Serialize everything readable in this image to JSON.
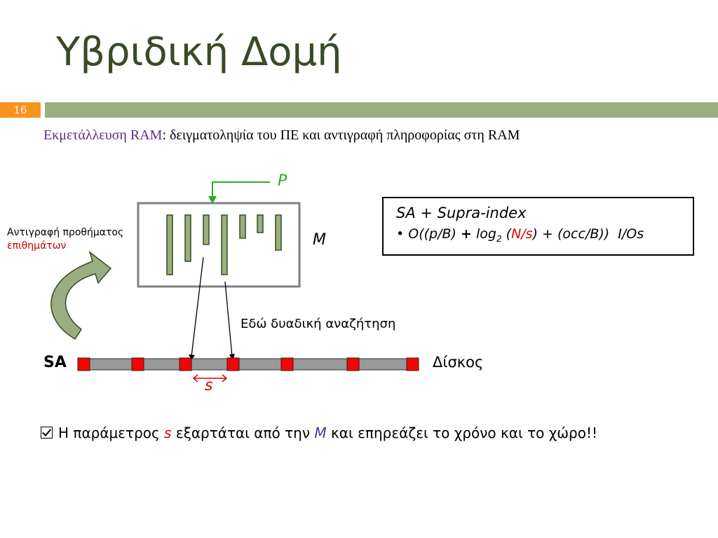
{
  "slide": {
    "title": "Υβριδική Δομή",
    "number": "16",
    "subtitle_lead": "Εκμετάλλευση RAM",
    "subtitle_rest": ": δειγματοληψία του ΠΕ και αντιγραφή πληροφορίας στη RAM"
  },
  "diagram": {
    "copy_label_line1": "Αντιγραφή προθήματος",
    "copy_label_line2": "επιθημάτων",
    "pointer_label": "P",
    "memory_label": "M",
    "binary_search_label": "Εδώ δυαδική αναζήτηση",
    "sa_label": "SA",
    "disk_label": "Δίσκος",
    "spacing_label": "s"
  },
  "formula": {
    "title": "SA + Supra-index",
    "bullet": "•",
    "part1": "O((p/B)",
    "plus1": "+",
    "log": "log",
    "log_sub": "2",
    "paren_open": "(",
    "ns": "N/s",
    "paren_close": ")",
    "plus2": "+",
    "part2": "(occ/B))",
    "unit": "I/Os"
  },
  "bottom": {
    "text1": "Η παράμετρος",
    "s": "s",
    "text2": "εξαρτάται από την",
    "m": "M",
    "text3": "και επηρεάζει το χρόνο και το χώρο!!"
  },
  "colors": {
    "title": "#3a4a26",
    "band": "#9aae7f",
    "slide_number_bg": "#f7941d",
    "bar_fill": "#9aae7f",
    "disk_fill": "#999999",
    "disk_marker": "#ff0000",
    "pointer": "#2bab2b",
    "accent_red": "#dd0000",
    "accent_purple": "#5b2c8f"
  }
}
